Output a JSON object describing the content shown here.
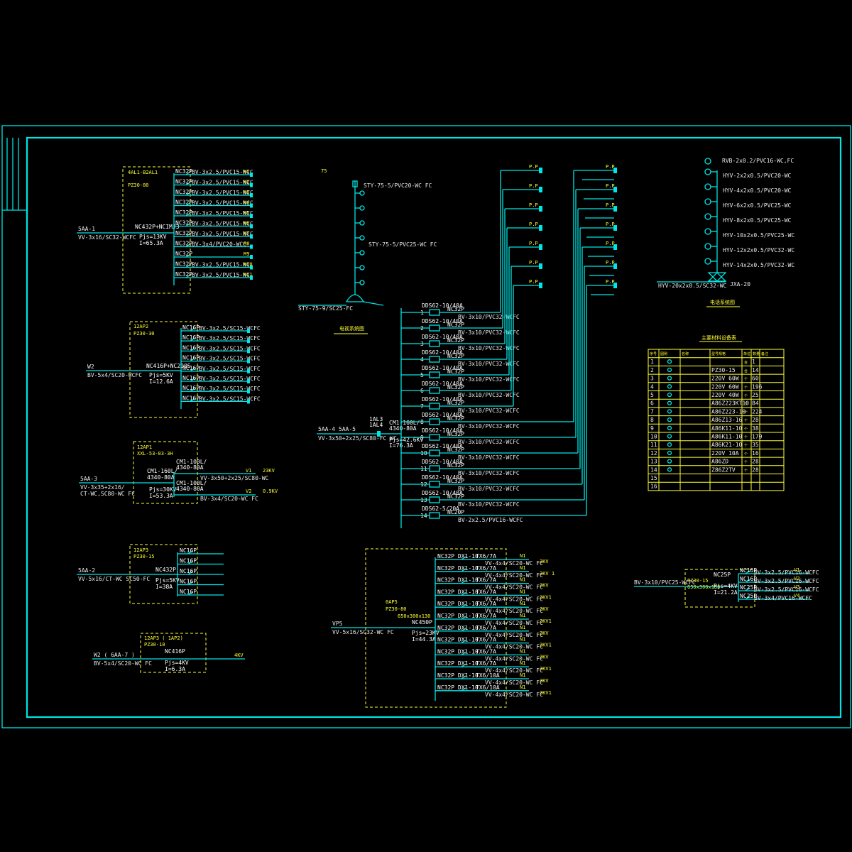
{
  "panel_1": {
    "name": "4AL1-B2AL1",
    "model": "PZ30-80",
    "feeder": "5AA-1",
    "cable": "VV-3x16/SC32-WCFC",
    "main_breaker": "NC432P+NCIMJ3",
    "pjs": "Pjs=13KV",
    "current": "I=65.3A",
    "circuits": [
      {
        "breaker": "NC32P",
        "cable": "BV-3x2.5/PVC15-WCC"
      },
      {
        "breaker": "NC32P",
        "cable": "BV-3x2.5/PVC15-WCC"
      },
      {
        "breaker": "NC32P",
        "cable": "BV-3x2.5/PVC15-WCC"
      },
      {
        "breaker": "NC32P",
        "cable": "BV-3x2.5/PVC15-WCC"
      },
      {
        "breaker": "NC32P",
        "cable": "BV-3x2.5/PVC15-WCC"
      },
      {
        "breaker": "NC32P",
        "cable": "BV-3x2.5/PVC15-WCC"
      },
      {
        "breaker": "NC32P",
        "cable": "BV-3x2.5/PVC15-WCC"
      },
      {
        "breaker": "NC32P",
        "cable": "BV-3x4/PVC20-WCC"
      },
      {
        "breaker": "NC32P",
        "cable": ""
      },
      {
        "breaker": "NC32P",
        "cable": "BV-3x2.5/PVC15-WC"
      },
      {
        "breaker": "NC32P",
        "cable": "BV-3x2.5/PVC15-WC"
      }
    ],
    "tags": [
      "M1",
      "M2",
      "M3",
      "M4",
      "M5",
      "M6",
      "M7",
      "M8",
      "M9",
      "M10",
      "M11"
    ]
  },
  "panel_2": {
    "name": "12AP2",
    "model": "PZ30-30",
    "feeder": "W2",
    "cable": "BV-5x4/SC20-WCFC",
    "main_breaker": "NC416P+NC200S",
    "pjs": "Pjs=5KV",
    "current": "I=12.6A",
    "breaker": "NC16P",
    "circuit_cable": "BV-3x2.5/SC15-WCFC",
    "count": 8
  },
  "panel_3": {
    "name": "12AP1",
    "model": "XXL-53-03-3H",
    "feeder": "5AA-3",
    "cable_1": "VV-3x35+2x16/",
    "cable_2": "CT-WC,SC80-WC FC",
    "breaker_main": "CM1-160L/",
    "breaker_main_2": "4340-80A",
    "pjs": "Pjs=30KV",
    "current": "I=53.3A",
    "out_1_breaker": "CM1-100L/",
    "out_1_rating": "4340-80A",
    "out_1_cable": "VV-3x50+2x25/SC80-WC",
    "out_1_tag": "V1",
    "out_1_kw": "23KV",
    "out_2_breaker": "CM1-100L/",
    "out_2_rating": "4340-80A",
    "out_2_cable": "BV-3x4/SC20-WC FC",
    "out_2_tag": "V2",
    "out_2_kw": "0.9KV"
  },
  "panel_4": {
    "name": "12AP3",
    "model": "PZ30-15",
    "feeder": "5AA-2",
    "cable": "VV-5x16/CT-WC SC50-FC",
    "main_breaker": "NC432P",
    "pjs": "Pjs=5KV",
    "current": "I=38A",
    "breakers": [
      "NC16P",
      "NC16P",
      "NC16P",
      "NC16P",
      "NC16P"
    ]
  },
  "panel_5": {
    "name": "12AP3 ( 1AP2)",
    "model": "PZ30-10",
    "feeder": "W2 ( 6AA-7 )",
    "cable": "BV-5x4/SC20-WC FC",
    "main_breaker": "NC416P",
    "pjs": "Pjs=4KV",
    "current": "I=6.3A",
    "kw": "4KV"
  },
  "tv_system": {
    "cable_top": "STY-75-5/PVC20-WC FC",
    "cable_mid": "STY-75-5/PVC25-WC FC",
    "cable_bottom": "STY-75-9/SC25-FC",
    "label_top": "75",
    "title": "电视系统图"
  },
  "riser": {
    "feeder": "5AA-4 5AA-5",
    "cable": "VV-3x50+2x25/SC80-FC WC",
    "tag_1": "1AL3",
    "tag_2": "1AL4",
    "breaker": "CM1-160L/",
    "breaker_2": "4340-80A",
    "pjs": "Pjs=42.6KV",
    "current": "I=76.3A",
    "branches": [
      {
        "num": "1",
        "top": "DDS62-10/40A",
        "breaker": "NC32P",
        "cable": "BV-3x10/PVC32-WCFC"
      },
      {
        "num": "2",
        "top": "DDS62-10/40A",
        "breaker": "NC32P",
        "cable": "BV-3x10/PVC32-WCFC"
      },
      {
        "num": "3",
        "top": "DDS62-10/40A",
        "breaker": "NC32P",
        "cable": "BV-3x10/PVC32-WCFC"
      },
      {
        "num": "4",
        "top": "DDS62-10/40A",
        "breaker": "NC32P",
        "cable": "BV-3x10/PVC32-WCFC"
      },
      {
        "num": "5",
        "top": "DDS62-10/40A",
        "breaker": "NC32P",
        "cable": "BV-3x10/PVC32-WCFC"
      },
      {
        "num": "6",
        "top": "DDS62-10/40A",
        "breaker": "NC32P",
        "cable": "BV-3x10/PVC32-WCFC"
      },
      {
        "num": "7",
        "top": "DDS62-10/40A",
        "breaker": "NC32P",
        "cable": "BV-3x10/PVC32-WCFC"
      },
      {
        "num": "8",
        "top": "DDS62-10/40A",
        "breaker": "NC32P",
        "cable": "BV-3x10/PVC32-WCFC"
      },
      {
        "num": "9",
        "top": "DDS62-10/40A",
        "breaker": "NC32P",
        "cable": "BV-3x10/PVC32-WCFC"
      },
      {
        "num": "10",
        "top": "DDS62-10/40A",
        "breaker": "NC32P",
        "cable": "BV-3x10/PVC32-WCFC"
      },
      {
        "num": "11",
        "top": "DDS62-10/40A",
        "breaker": "NC32P",
        "cable": "BV-3x10/PVC32-WCFC"
      },
      {
        "num": "12",
        "top": "DDS62-10/40A",
        "breaker": "NC32P",
        "cable": "BV-3x10/PVC32-WCFC"
      },
      {
        "num": "13",
        "top": "DDS62-10/40A",
        "breaker": "NC32P",
        "cable": "BV-3x10/PVC32-WCFC"
      },
      {
        "num": "14",
        "top": "DDS62-5/20A",
        "breaker": "NC20P",
        "cable": "BV-2x2.5/PVC16-WCFC"
      }
    ],
    "pp_label": "P.P"
  },
  "phone_system": {
    "cable_top": "RVB-2x0.2/PVC16-WC,FC",
    "cables": [
      "HYV-2x2x0.5/PVC20-WC",
      "HYV-4x2x0.5/PVC20-WC",
      "HYV-6x2x0.5/PVC25-WC",
      "HYV-8x2x0.5/PVC25-WC",
      "HYV-10x2x0.5/PVC25-WC",
      "HYV-12x2x0.5/PVC32-WC",
      "HYV-14x2x0.5/PVC32-WC"
    ],
    "cable_bottom": "HYV-20x2x0.5/SC32-WC",
    "box": "JXA-20",
    "title": "电话系统图"
  },
  "legend_table": {
    "title": "主要材料设备表",
    "headers": [
      "序号",
      "图例",
      "名称",
      "型号规格",
      "单位",
      "数量",
      "备注"
    ],
    "rows": [
      {
        "num": "1",
        "name": "",
        "model": "",
        "unit": "台",
        "qty": "1",
        "note": ""
      },
      {
        "num": "2",
        "name": "",
        "model": "PZ30-15",
        "unit": "台",
        "qty": "14",
        "note": ""
      },
      {
        "num": "3",
        "name": "",
        "model": "220V 60W",
        "unit": "个",
        "qty": "60",
        "note": ""
      },
      {
        "num": "4",
        "name": "",
        "model": "220V 60W",
        "unit": "个",
        "qty": "196",
        "note": ""
      },
      {
        "num": "5",
        "name": "",
        "model": "220V 40W",
        "unit": "个",
        "qty": "25",
        "note": ""
      },
      {
        "num": "6",
        "name": "",
        "model": "A86Z223KT10",
        "unit": "个",
        "qty": "84",
        "note": ""
      },
      {
        "num": "7",
        "name": "",
        "model": "A86Z223-10",
        "unit": "个",
        "qty": "224",
        "note": ""
      },
      {
        "num": "8",
        "name": "",
        "model": "A86Z13-16",
        "unit": "个",
        "qty": "28",
        "note": ""
      },
      {
        "num": "9",
        "name": "",
        "model": "A86K11-10",
        "unit": "个",
        "qty": "38",
        "note": ""
      },
      {
        "num": "10",
        "name": "",
        "model": "A86K11-10",
        "unit": "个",
        "qty": "170",
        "note": ""
      },
      {
        "num": "11",
        "name": "",
        "model": "A86K21-10",
        "unit": "个",
        "qty": "35",
        "note": ""
      },
      {
        "num": "12",
        "name": "",
        "model": "220V 10A",
        "unit": "个",
        "qty": "16",
        "note": ""
      },
      {
        "num": "13",
        "name": "",
        "model": "A86ZD",
        "unit": "个",
        "qty": "28",
        "note": ""
      },
      {
        "num": "14",
        "name": "",
        "model": "Z86Z2TV",
        "unit": "个",
        "qty": "28",
        "note": ""
      },
      {
        "num": "15",
        "name": "",
        "model": "",
        "unit": "",
        "qty": "",
        "note": ""
      },
      {
        "num": "16",
        "name": "",
        "model": "",
        "unit": "",
        "qty": "",
        "note": ""
      }
    ]
  },
  "panel_6": {
    "name": "0AP5",
    "model": "PZ30-80",
    "size": "650x300x130",
    "feeder": "VP5",
    "cable": "VV-5x16/SC32-WC FC",
    "main_breaker": "NC450P",
    "pjs": "Pjs=23KV",
    "current": "I=44.3A",
    "circuits": [
      {
        "breaker": "NC32P DX1-10",
        "rating": "TX6/7A",
        "cable": "VV-4x4/SC20-WC FC",
        "kw": "3KV"
      },
      {
        "breaker": "NC32P DX1-10",
        "rating": "TX6/7A",
        "cable": "VV-4x4/SC20-WC FC",
        "kw": "3KV 1"
      },
      {
        "breaker": "NC32P DX1-10",
        "rating": "TX6/7A",
        "cable": "VV-4x4/SC20-WC FC",
        "kw": "3KV"
      },
      {
        "breaker": "NC32P DX1-10",
        "rating": "TX6/7A",
        "cable": "VV-4x4/SC20-WC FC",
        "kw": "3KV1"
      },
      {
        "breaker": "NC32P DX1-10",
        "rating": "TX6/7A",
        "cable": "VV-4x4/SC20-WC FC",
        "kw": "3KV"
      },
      {
        "breaker": "NC32P DX1-10",
        "rating": "TX6/7A",
        "cable": "VV-4x4/SC20-WC FC",
        "kw": "3KV1"
      },
      {
        "breaker": "NC32P DX1-10",
        "rating": "TX6/7A",
        "cable": "VV-4x4/SC20-WC FC",
        "kw": "3KV"
      },
      {
        "breaker": "NC32P DX1-10",
        "rating": "TX6/7A",
        "cable": "VV-4x4/SC20-WC FC",
        "kw": "3KV1"
      },
      {
        "breaker": "NC32P DX1-10",
        "rating": "TX6/7A",
        "cable": "VV-4x4/SC20-WC FC",
        "kw": "3KV"
      },
      {
        "breaker": "NC32P DX1-10",
        "rating": "TX6/7A",
        "cable": "VV-4x4/SC20-WC FC",
        "kw": "3KV1"
      },
      {
        "breaker": "NC32P DX1-10",
        "rating": "TX6/10A",
        "cable": "VV-4x4/SC20-WC FC",
        "kw": "3KV"
      },
      {
        "breaker": "NC32P DX1-10",
        "rating": "TX6/10A",
        "cable": "VV-4x4/SC20-WC FC",
        "kw": "3KV1"
      }
    ],
    "tag": "N1"
  },
  "panel_7": {
    "model": "PZ30-15",
    "size": "650x300x130",
    "feeder_cable": "BV-3x10/PVC25-WCFC",
    "main_breaker": "NC25P",
    "pjs": "Pjs=4KV",
    "current": "I=21.2A",
    "circuits": [
      {
        "breaker": "NC16P",
        "cable": "BV-3x2.5/PVC16-WCFC",
        "tag": "V1"
      },
      {
        "breaker": "NC16P",
        "cable": "BV-3x2.5/PVC16-WCFC",
        "tag": "V2"
      },
      {
        "breaker": "NC25P",
        "cable": "BV-3x2.5/PVC16-WCFC",
        "tag": "V3"
      },
      {
        "breaker": "NC25P",
        "cable": "BV-3x4/PVC16-WCFC",
        "tag": "V4"
      }
    ]
  }
}
